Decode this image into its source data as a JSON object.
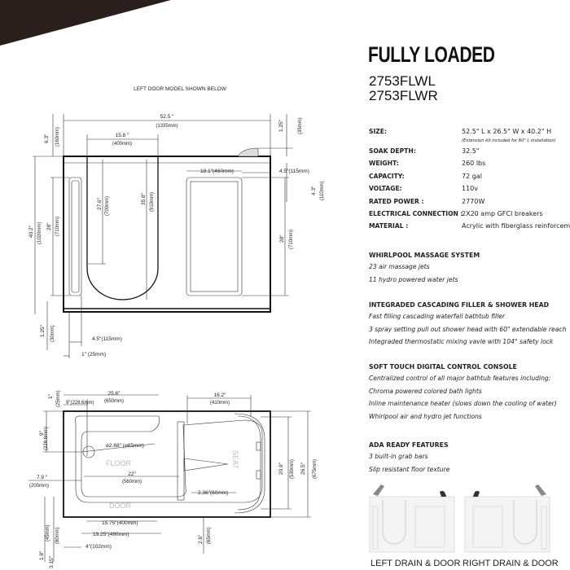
{
  "header": {
    "title": "FULLY LOADED",
    "models": [
      "2753FLWL",
      "2753FLWR"
    ],
    "accent_color": "#2a1f1c"
  },
  "drawing": {
    "front_caption": "LEFT DOOR MODEL SHOWN BELOW",
    "front_dims": {
      "length_in": "52.5 ″",
      "length_mm": "(1335mm)",
      "door_w_in": "15.8 ″",
      "door_w_mm": "(400mm)",
      "top_gap_in": "6.3″",
      "top_gap_mm": "(160mm)",
      "faucet_in": "1.25″",
      "faucet_mm": "(35mm)",
      "height_in": "40.2″",
      "height_mm": "(1020mm)",
      "bar_h_in": "28″",
      "bar_h_mm": "(710mm)",
      "door_h_in": "27.6″",
      "door_h_mm": "(700mm)",
      "door_full_in": "35.8″",
      "door_full_mm": "(910mm)",
      "panel_w": "18.1″(460mm)",
      "panel_off": "4.5″(115mm)",
      "panel_top_in": "4.3″",
      "panel_top_mm": "(110mm)",
      "panel_h_in": "28″",
      "panel_h_mm": "(710mm)",
      "base_in": "1.25″",
      "base_mm": "(30mm)",
      "bar_off": "4.5″(115mm)",
      "bar_edge": "1″ (25mm)"
    },
    "top_dims": {
      "len1_in": "25.6″",
      "len1_mm": "(650mm)",
      "drain_off": "9″(228.6mm)",
      "edge_in": "1″",
      "edge_mm": "(25mm)",
      "seat_in": "16.2″",
      "seat_mm": "(410mm)",
      "drain_y_in": "9″",
      "drain_y_mm": "(228.6mm)",
      "drain_dia": "⌀2.68″ (⌀65mm)",
      "floor_label": "FLOOR",
      "seat_label": "SEAT",
      "door_label": "DOOR",
      "floor_in": "22″",
      "floor_mm": "(560mm)",
      "side_in": "7.9 ″",
      "side_mm": "(200mm)",
      "step": "2.36″(60mm)",
      "inner_w_in": "20.9″",
      "inner_w_mm": "(530mm)",
      "width_in": "26.5″",
      "width_mm": "(675mm)",
      "door_open": "15.75″(400mm)",
      "door_total": "19.25″(490mm)",
      "door_edge": "4″(102mm)",
      "d1_in": "1.8″",
      "d1_mm": "(45mm)",
      "d2_in": "3.15″",
      "d2_mm": "(80mm)",
      "d3_in": "2.6″",
      "d3_mm": "(65mm)"
    }
  },
  "specs": [
    {
      "label": "SIZE:",
      "value": "52.5\" L x 26.5\" W x 40.2\" H"
    },
    {
      "label": "SOAK DEPTH:",
      "value": "32.5\""
    },
    {
      "label": "WEIGHT:",
      "value": "260 lbs"
    },
    {
      "label": "CAPACITY:",
      "value": "72 gal"
    },
    {
      "label": "VOLTAGE:",
      "value": "110v"
    },
    {
      "label": "RATED POWER :",
      "value": "2770W"
    },
    {
      "label": "ELECTRICAL CONNECTION :",
      "value": "2X20 amp GFCI breakers"
    },
    {
      "label": "MATERIAL :",
      "value": "Acrylic with fiberglass reinforcement"
    }
  ],
  "size_note": "(Extension kit included for 60\" L installation)",
  "sections": [
    {
      "title": "WHIRLPOOL MASSAGE SYSTEM",
      "items": [
        "23 air massage jets",
        "11 hydro powered water jets"
      ]
    },
    {
      "title": "INTEGRADED CASCADING FILLER & SHOWER HEAD",
      "items": [
        "Fast filling cascading waterfall bathtub filler",
        "3 spray setting pull out shower head with 60\" extendable reach",
        "Integraded thermostatic mixing vavle with 104° safety lock"
      ]
    },
    {
      "title": "SOFT TOUCH DIGITAL CONTROL CONSOLE",
      "items": [
        "Centralized control of all major bathtub features including:",
        "Chroma powered colored bath lights",
        "Inline maintenance heater (slows down the cooling of water)",
        "Whirlpool air and hydro jet functions"
      ]
    },
    {
      "title": "ADA READY FEATURES",
      "items": [
        "3 built-in grab bars",
        "Slip resistant floor texture"
      ]
    }
  ],
  "photos": [
    {
      "caption": "LEFT DRAIN & DOOR"
    },
    {
      "caption": "RIGHT DRAIN & DOOR"
    }
  ]
}
